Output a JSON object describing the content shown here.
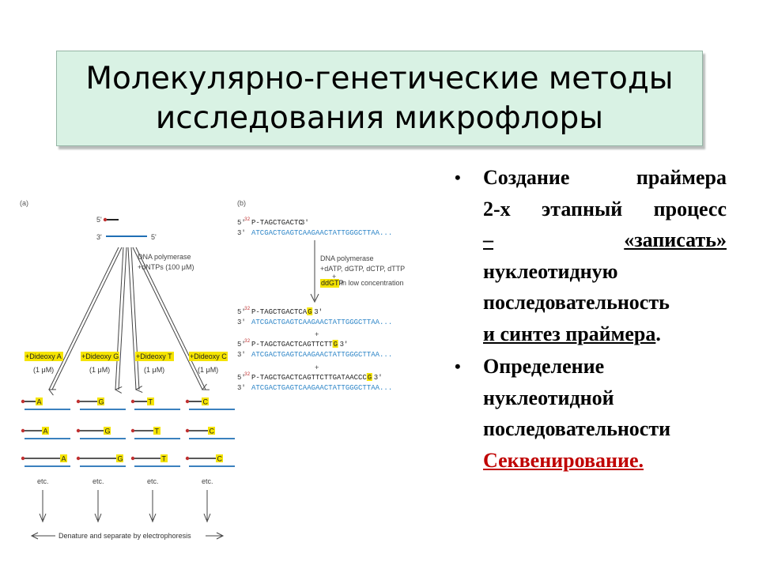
{
  "title": {
    "line1": "Молекулярно-генетические методы",
    "line2": "исследования микрофлоры"
  },
  "bullets": {
    "b1": {
      "l1": "Создание праймера",
      "l2": "2-х этапный процесс",
      "l3_dash": "–",
      "l3_word": "«записать»",
      "l4": "нуклеотидную",
      "l5": "последовательность",
      "l6": "и синтез праймера",
      "l6_tail": "."
    },
    "b2": {
      "l1": "Определение",
      "l2": "нуклеотидной",
      "l3": "последовательности",
      "l4": "Секвенирование."
    }
  },
  "diagram": {
    "panel_a": "(a)",
    "panel_b": "(b)",
    "five_prime": "5'",
    "three_prime": "3'",
    "polymerase_a1": "DNA polymerase",
    "polymerase_a2": "+dNTPs (100 μM)",
    "dideoxy": [
      {
        "label": "+Dideoxy A",
        "conc": "(1 μM)",
        "base": "A"
      },
      {
        "label": "+Dideoxy G",
        "conc": "(1 μM)",
        "base": "G"
      },
      {
        "label": "+Dideoxy T",
        "conc": "(1 μM)",
        "base": "T"
      },
      {
        "label": "+Dideoxy C",
        "conc": "(1 μM)",
        "base": "C"
      }
    ],
    "etc": "etc.",
    "denature": "Denature and separate by electrophoresis",
    "primer_seq": "P-TAGCTGACTC",
    "template_seq": "ATCGACTGAGTCAAGAACTATTGGGCTTAA...",
    "polymerase_b1": "DNA polymerase",
    "polymerase_b2": "+dATP, dGTP, dCTP, dTTP",
    "plus": "+",
    "ddgtp_name": "ddGTP",
    "ddgtp_note": "in low concentration",
    "products": [
      {
        "pre": "P-TAGCTGACTCA",
        "g": "G"
      },
      {
        "pre": "P-TAGCTGACTCAGTTCTT",
        "g": "G"
      },
      {
        "pre": "P-TAGCTGACTCAGTTCTTGATAACCC",
        "g": "G"
      }
    ],
    "label_32": "32"
  },
  "colors": {
    "title_bg": "#d9f2e4",
    "strand_blue": "#1f6fb5",
    "template_blue": "#2e86c8",
    "highlight_yellow": "#f5e400",
    "red_text": "#c00000"
  }
}
